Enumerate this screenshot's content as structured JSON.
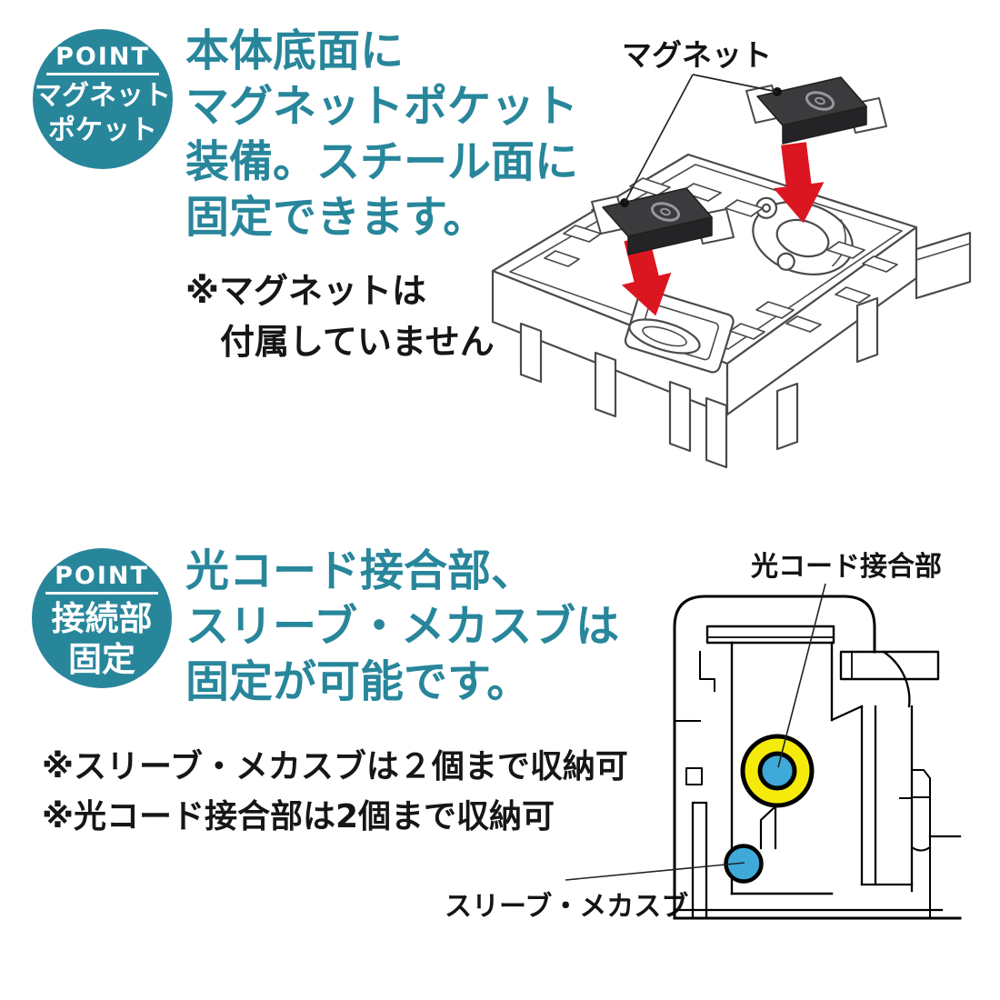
{
  "colors": {
    "teal": "#28869b",
    "arrow_red": "#dc1620",
    "marker_yellow": "#f5eb0b",
    "marker_blue": "#3fa9d9",
    "magnet_dark": "#3b3b3d",
    "line_black": "#000000"
  },
  "section1": {
    "badge": {
      "title": "POINT",
      "line1": "マグネット",
      "line2": "ポケット"
    },
    "heading": {
      "line1": "本体底面に",
      "line2": "マグネットポケット",
      "line3": "装備。スチール面に",
      "line4": "固定できます。"
    },
    "note": {
      "line1": "※マグネットは",
      "line2": "付属していません"
    },
    "figure": {
      "label": "マグネット"
    }
  },
  "section2": {
    "badge": {
      "title": "POINT",
      "line1": "接続部",
      "line2": "固定"
    },
    "heading": {
      "line1": "光コード接合部、",
      "line2": "スリーブ・メカスブは",
      "line3": "固定が可能です。"
    },
    "notes": {
      "note1": "※スリーブ・メカスブは２個まで収納可",
      "note2": "※光コード接合部は2個まで収納可"
    },
    "figure": {
      "label_top": "光コード接合部",
      "label_bottom": "スリーブ・メカスブ"
    }
  }
}
